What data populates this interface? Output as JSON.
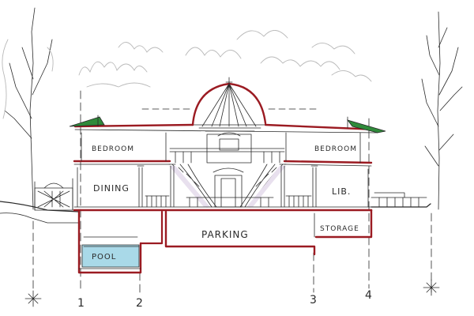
{
  "drawing": {
    "rooms": {
      "bedroom_left": "BEDROOM",
      "bedroom_right": "BEDROOM",
      "dining": "DINING",
      "library": "LIB.",
      "parking": "PARKING",
      "storage": "STORAGE",
      "pool": "POOL"
    },
    "grid_labels": [
      "1",
      "2",
      "3",
      "4"
    ],
    "colors": {
      "ink": "#2a2a2a",
      "section_cut": "#9b1b22",
      "pool_water": "#a9d9e8",
      "roof_accent": "#2f8a3a"
    }
  }
}
